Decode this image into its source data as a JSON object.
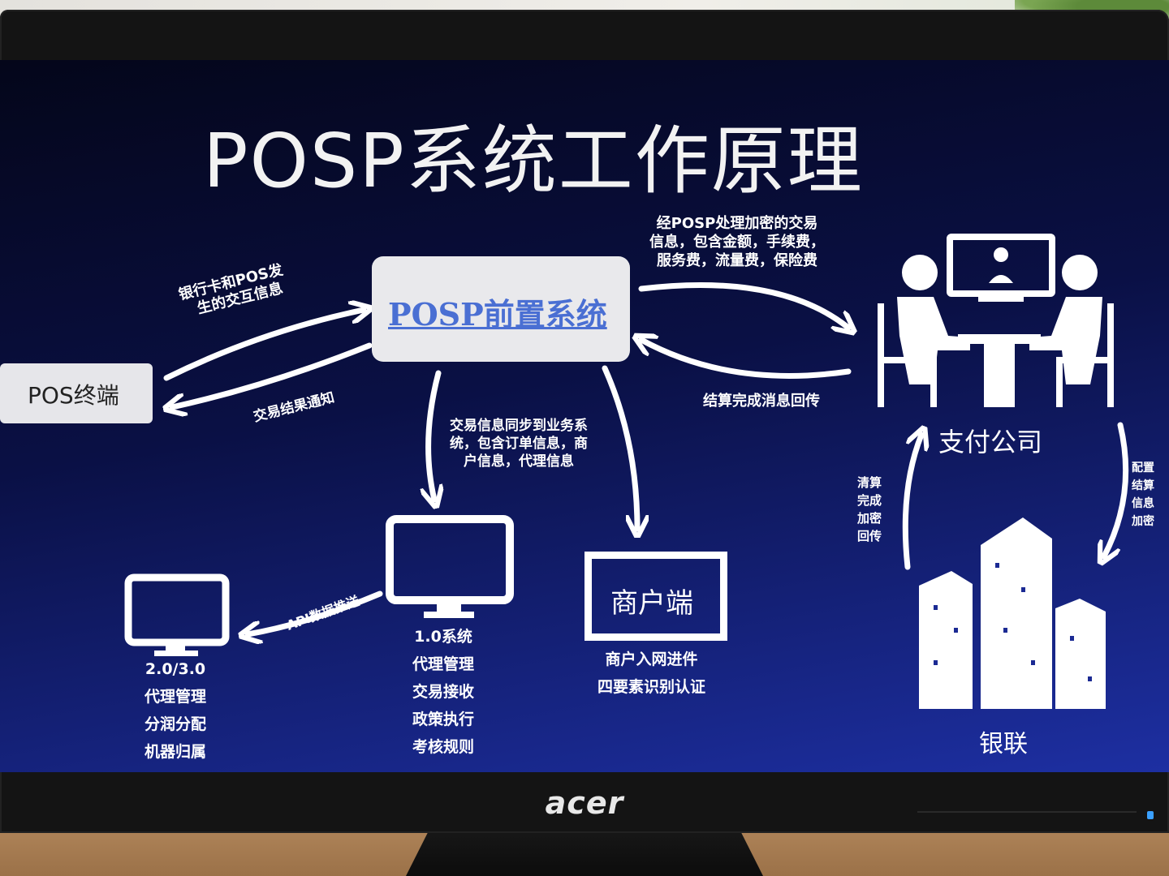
{
  "title": "POSP系统工作原理",
  "posp": {
    "label": "POSP前置系统"
  },
  "pos_terminal": {
    "label": "POS终端"
  },
  "payment_company": {
    "label": "支付公司"
  },
  "unionpay": {
    "label": "银联"
  },
  "merchant": {
    "label": "商户端",
    "notes": [
      "商户入网进件",
      "四要素识别认证"
    ]
  },
  "system_v1": {
    "label": "1.0系统",
    "items": [
      "代理管理",
      "交易接收",
      "政策执行",
      "考核规则"
    ]
  },
  "system_v2": {
    "label": "2.0/3.0",
    "items": [
      "代理管理",
      "分润分配",
      "机器归属"
    ]
  },
  "edges": {
    "pos_to_posp": [
      "银行卡和POS发",
      "生的交互信息"
    ],
    "posp_to_pos": "交易结果通知",
    "posp_to_company": [
      "经POSP处理加密的交易",
      "信息，包含金额，手续费，",
      "服务费，流量费，保险费"
    ],
    "company_to_posp": "结算完成消息回传",
    "posp_to_systems": [
      "交易信息同步到业务系",
      "统，包含订单信息，商",
      "户信息，代理信息"
    ],
    "v1_to_v2": "API数据推送",
    "unionpay_to_company": [
      "清算",
      "完成",
      "加密",
      "回传"
    ],
    "company_to_unionpay": [
      "配置",
      "结算",
      "信息",
      "加密"
    ]
  },
  "monitor": {
    "brand": "acer"
  }
}
